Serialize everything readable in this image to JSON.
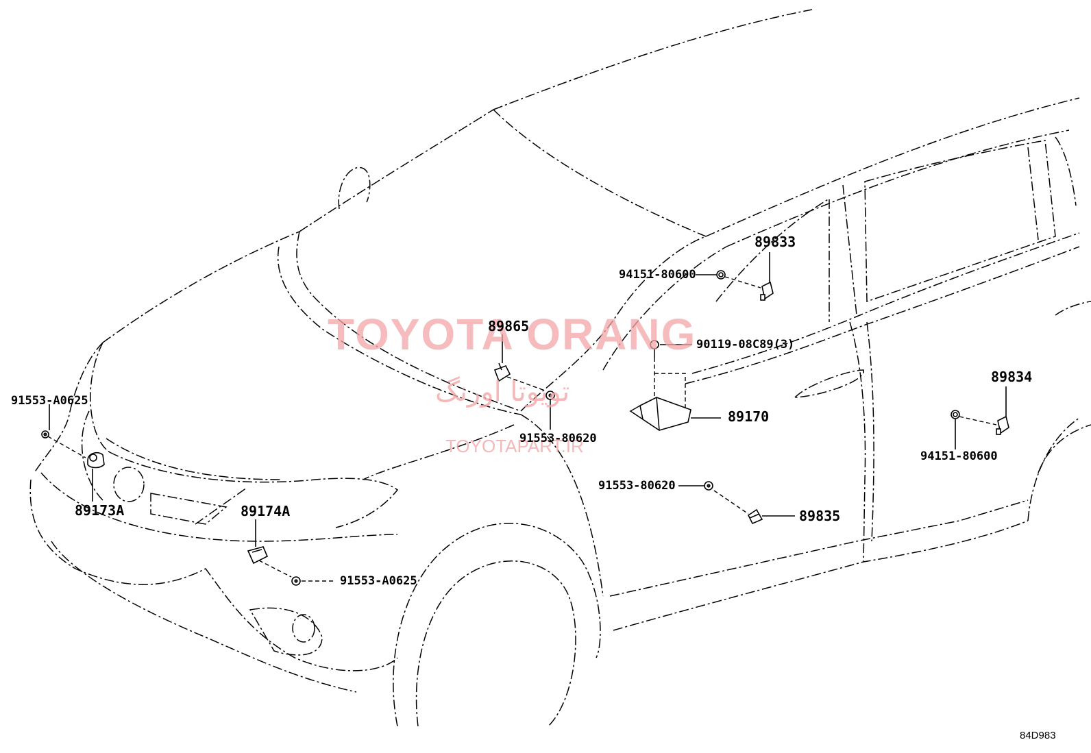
{
  "watermark": {
    "title": "TOYOTA ORANG",
    "persian": "تویوتا اورنگ",
    "url": "TOYOTAPART.IR"
  },
  "drawing_code": "84D983",
  "callouts": {
    "p91553_A0625_left": "91553-A0625",
    "p89173A": "89173A",
    "p89174A": "89174A",
    "p91553_A0625_bottom": "91553-A0625",
    "p89865": "89865",
    "p91553_80620_center": "91553-80620",
    "p94151_80600_top": "94151-80600",
    "p89833": "89833",
    "p90119_08C89": "90119-08C89(3)",
    "p89170": "89170",
    "p91553_80620_lower": "91553-80620",
    "p89835": "89835",
    "p89834": "89834",
    "p94151_80600_right": "94151-80600"
  }
}
